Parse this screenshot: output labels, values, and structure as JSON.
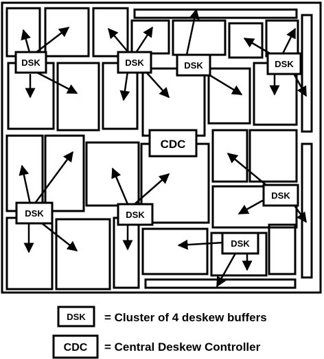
{
  "diagram": {
    "block_label_dsk": "DSK",
    "block_label_cdc": "CDC"
  },
  "legend": {
    "dsk": {
      "box_label": "DSK",
      "description": "= Cluster of 4 deskew buffers"
    },
    "cdc": {
      "box_label": "CDC",
      "description": "= Central Deskew Controller"
    }
  },
  "colors": {
    "ink": "#000000",
    "paper": "#ffffff"
  }
}
